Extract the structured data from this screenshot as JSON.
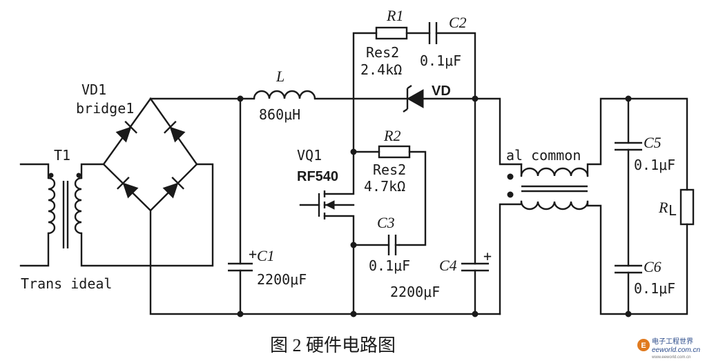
{
  "labels": {
    "t1": "T1",
    "trans": "Trans ideal",
    "vd1": "VD1",
    "bridge": "bridge1",
    "l": "L",
    "l_val": "860μH",
    "c1_plus": "+",
    "c1": "C1",
    "c1_val": "2200μF",
    "r1": "R1",
    "r1_type": "Res2",
    "r1_val": "2.4kΩ",
    "c2": "C2",
    "c2_val": "0.1μF",
    "vd": "VD",
    "r2": "R2",
    "r2_type": "Res2",
    "r2_val": "4.7kΩ",
    "vq1": "VQ1",
    "vq1_part": "RF540",
    "c3": "C3",
    "c3_val": "0.1μF",
    "c4": "C4",
    "c4_plus": "+",
    "c4_val": "2200μF",
    "common": "al common",
    "c5": "C5",
    "c5_val": "0.1μF",
    "c6": "C6",
    "c6_val": "0.1μF",
    "rl": "R",
    "rl_sub": "L"
  },
  "caption": "图 2  硬件电路图",
  "watermark": {
    "title": "电子工程世界",
    "url": "eeworld.com.cn",
    "small": "www.eeworld.com.cn"
  }
}
